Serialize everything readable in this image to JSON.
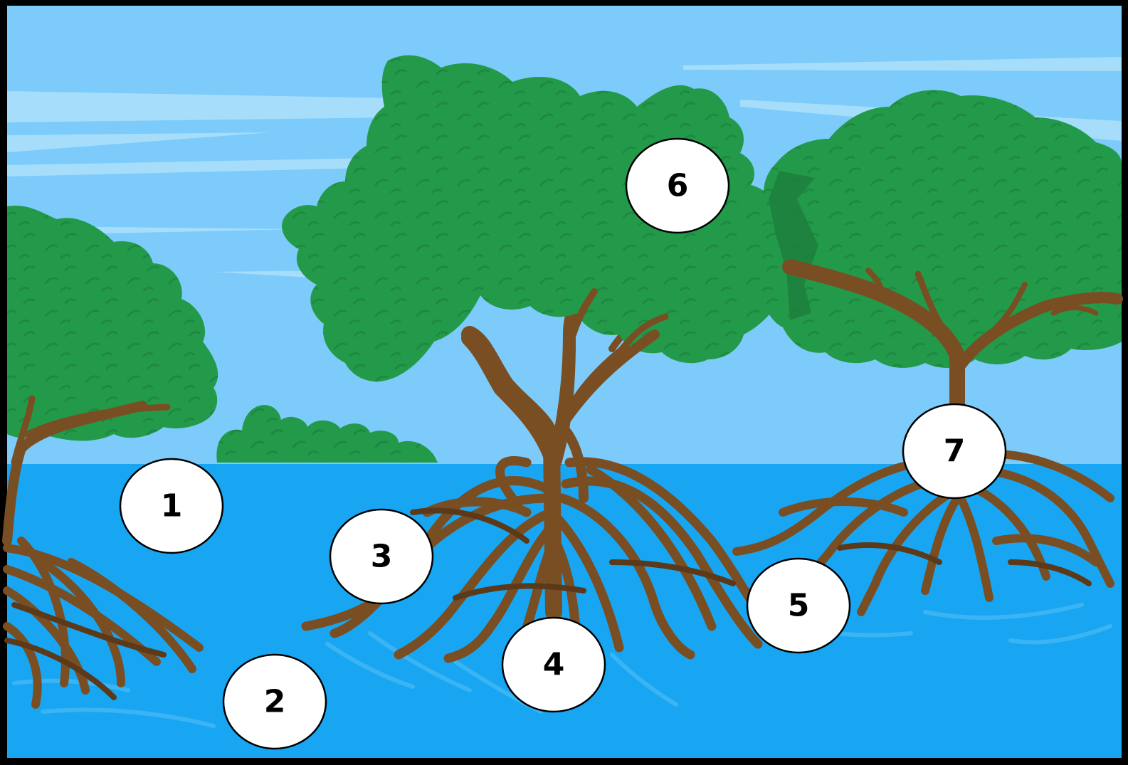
{
  "markers": [
    {
      "id": "1",
      "label": "1"
    },
    {
      "id": "2",
      "label": "2"
    },
    {
      "id": "3",
      "label": "3"
    },
    {
      "id": "4",
      "label": "4"
    },
    {
      "id": "5",
      "label": "5"
    },
    {
      "id": "6",
      "label": "6"
    },
    {
      "id": "7",
      "label": "7"
    }
  ],
  "colors": {
    "border": "#000000",
    "sky": "#7ccbfa",
    "sky_streak": "#a6ddfb",
    "water": "#18a6f2",
    "water_ripple": "#3bb4f4",
    "foliage": "#239a4a",
    "foliage_dark": "#1d7f3d",
    "foliage_texture": "#1b7a3a",
    "bark": "#7a4e23",
    "bark_dark": "#5c3918",
    "marker_fill": "#ffffff"
  }
}
